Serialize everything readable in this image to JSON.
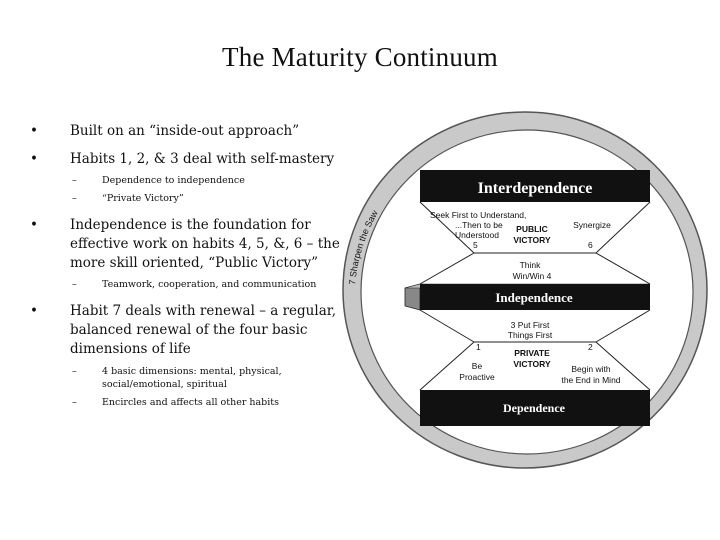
{
  "title": "The Maturity Continuum",
  "bullets": [
    {
      "marker": "•",
      "text": "Built on an “inside-out approach”"
    },
    {
      "marker": "•",
      "text": "Habits 1, 2, & 3 deal with self-mastery",
      "subs": [
        {
          "marker": "–",
          "text": "Dependence to independence"
        },
        {
          "marker": "–",
          "text": "“Private Victory”"
        }
      ]
    },
    {
      "marker": "•",
      "text": "Independence is the foundation for effective work on habits 4, 5, &, 6 – the more skill oriented, “Public Victory”",
      "subs": [
        {
          "marker": "–",
          "text": "Teamwork, cooperation, and communication"
        }
      ]
    },
    {
      "marker": "•",
      "text": "Habit 7 deals with renewal – a regular, balanced renewal of the four basic dimensions of life",
      "subs": [
        {
          "marker": "–",
          "text": "4 basic dimensions: mental, physical, social/emotional, spiritual"
        },
        {
          "marker": "–",
          "text": "Encircles and affects all other habits"
        }
      ]
    }
  ],
  "diagram": {
    "saw_label": "7 Sharpen the Saw",
    "interdependence": "Interdependence",
    "independence": "Independence",
    "dependence": "Dependence",
    "seek_first_1": "Seek First to Understand,",
    "seek_first_2": "...Then to be",
    "seek_first_3": "Understood",
    "habit_5": "5",
    "public_victory_1": "PUBLIC",
    "public_victory_2": "VICTORY",
    "synergize": "Synergize",
    "habit_6": "6",
    "think_1": "Think",
    "think_2": "Win/Win 4",
    "put_first_1": "3  Put First",
    "put_first_2": "Things First",
    "private_victory_1": "PRIVATE",
    "private_victory_2": "VICTORY",
    "habit_1": "1",
    "habit_2": "2",
    "be_proactive_1": "Be",
    "be_proactive_2": "Proactive",
    "begin_end_1": "Begin with",
    "begin_end_2": "the End in Mind",
    "colors": {
      "band": "#111111",
      "ring": "#c9c9c9",
      "ring_edge": "#555555"
    }
  }
}
